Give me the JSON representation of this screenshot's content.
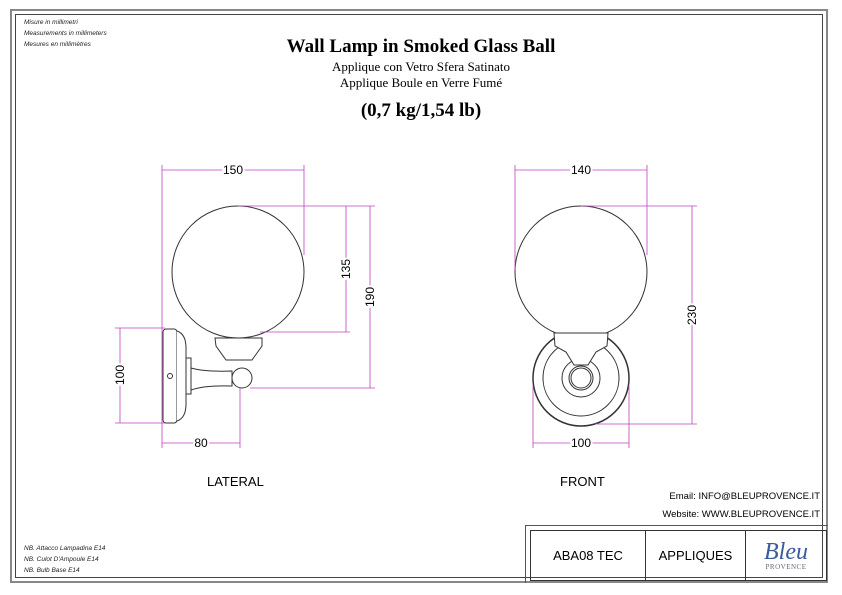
{
  "units_note": [
    "Misure in millimetri",
    "Measurements in millimeters",
    "Mesures en millimètres"
  ],
  "title": "Wall Lamp in Smoked Glass Ball",
  "subtitle_it": "Applique con Vetro Sfera Satinato",
  "subtitle_fr": "Applique Boule en Verre Fumé",
  "weight": "(0,7 kg/1,54 lb)",
  "lateral": {
    "label": "LATERAL",
    "dims": {
      "width": "150",
      "globe": "135",
      "height": "190",
      "plate": "100",
      "depth": "80"
    }
  },
  "front": {
    "label": "FRONT",
    "dims": {
      "width": "140",
      "height": "230",
      "plate": "100"
    }
  },
  "contact": {
    "email": "Email: INFO@BLEUPROVENCE.IT",
    "website": "Website: WWW.BLEUPROVENCE.IT"
  },
  "notes": [
    "NB. Attacco Lampadina E14",
    "NB. Culot D'Ampoule E14",
    "NB. Bulb Base E14"
  ],
  "title_block": {
    "code": "ABA08 TEC",
    "category": "APPLIQUES",
    "logo_main": "Bleu",
    "logo_sub": "PROVENCE"
  },
  "colors": {
    "dimension": "#c040c0",
    "line": "#333333"
  }
}
